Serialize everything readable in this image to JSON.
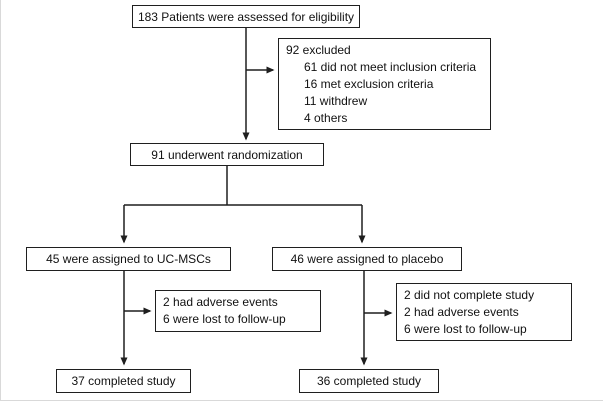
{
  "flowchart": {
    "eligibility": "183 Patients were assessed for eligibility",
    "excluded": {
      "title": "92 excluded",
      "items": [
        "61 did not meet inclusion criteria",
        "16 met exclusion criteria",
        "11 withdrew",
        "4 others"
      ]
    },
    "randomization": "91 underwent  randomization",
    "left_arm": {
      "assigned": "45 were assigned to UC-MSCs",
      "dropouts": [
        "2 had adverse events",
        "6 were lost to follow-up"
      ],
      "completed": "37 completed study"
    },
    "right_arm": {
      "assigned": "46 were assigned to placebo",
      "dropouts": [
        "2 did not complete study",
        "2 had adverse events",
        "6 were lost to follow-up"
      ],
      "completed": "36 completed study"
    },
    "colors": {
      "line": "#1f1f1f",
      "box_border": "#1f1f1f",
      "background": "#ffffff"
    }
  }
}
